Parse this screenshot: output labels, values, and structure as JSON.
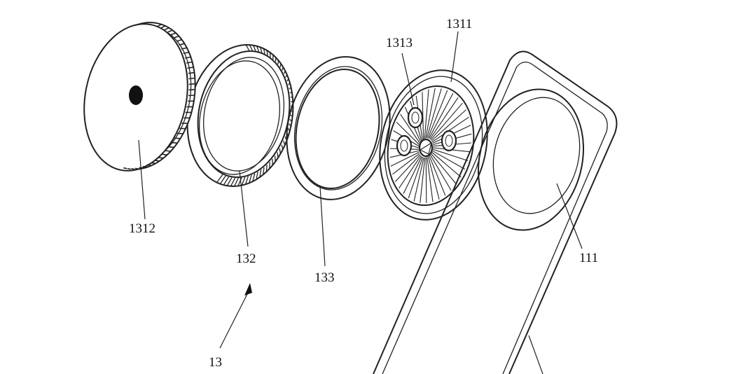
{
  "figure": {
    "labels": {
      "cap": "1312",
      "ring_gear": "132",
      "ring_plain": "133",
      "frame": "1311",
      "fan": "1313",
      "window": "111",
      "assembly": "13"
    },
    "fan_blade_count": 40,
    "ring_tooth_count": 90,
    "cap_tooth_count": 80
  }
}
